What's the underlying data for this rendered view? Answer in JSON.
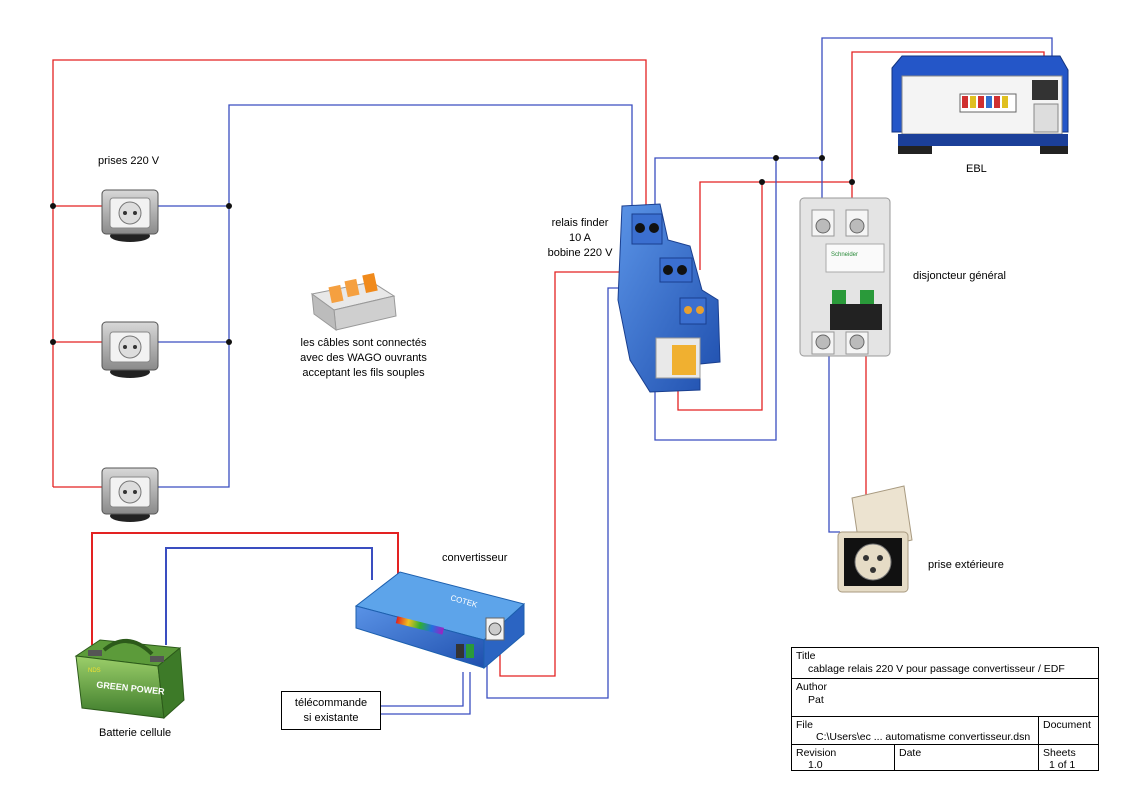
{
  "labels": {
    "prises": "prises 220 V",
    "wago_note": [
      "les câbles sont connectés",
      "avec des WAGO ouvrants",
      "acceptant les fils souples"
    ],
    "relais": [
      "relais finder",
      "10 A",
      "bobine 220 V"
    ],
    "ebl": "EBL",
    "disjoncteur": "disjoncteur général",
    "prise_ext": "prise extérieure",
    "convertisseur": "convertisseur",
    "batterie": "Batterie cellule",
    "telecommande": [
      "télécommande",
      "si existante"
    ]
  },
  "product_text": {
    "breaker_brand": "Schneider",
    "battery_brand": "GREEN POWER",
    "battery_small": "NDS",
    "inverter_brand": "COTEK"
  },
  "title_block": {
    "title_key": "Title",
    "title_value": "cablage relais 220 V pour passage convertisseur / EDF",
    "author_key": "Author",
    "author_value": "Pat",
    "file_key": "File",
    "file_value": "C:\\Users\\ec ... automatisme convertisseur.dsn",
    "document_key": "Document",
    "revision_key": "Revision",
    "revision_value": "1.0",
    "date_key": "Date",
    "sheets_key": "Sheets",
    "sheets_value": "1 of 1"
  },
  "colors": {
    "phase_wire": "#e32222",
    "neutral_wire": "#3a4ec0",
    "remote_wire": "#4a4ac8"
  }
}
